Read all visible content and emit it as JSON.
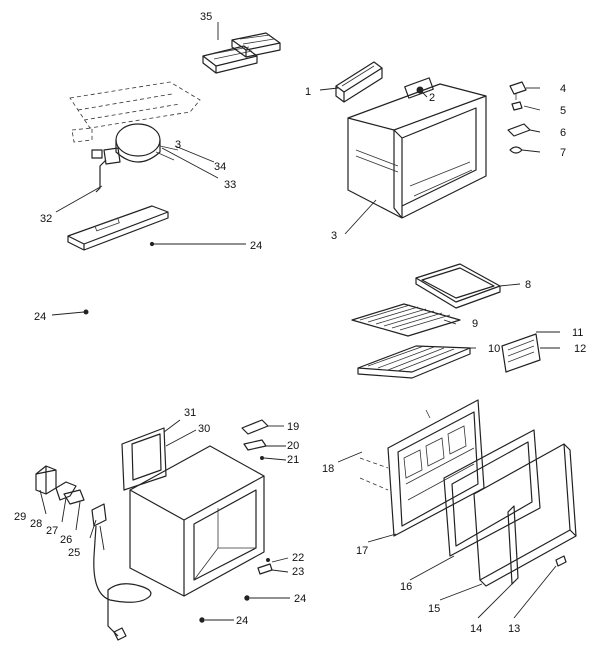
{
  "callouts": [
    "1",
    "2",
    "3",
    "3",
    "4",
    "5",
    "6",
    "7",
    "8",
    "9",
    "10",
    "11",
    "12",
    "13",
    "14",
    "15",
    "16",
    "17",
    "18",
    "19",
    "20",
    "21",
    "22",
    "23",
    "24",
    "24",
    "24",
    "24",
    "25",
    "26",
    "27",
    "28",
    "29",
    "30",
    "31",
    "32",
    "33",
    "34",
    "35"
  ]
}
